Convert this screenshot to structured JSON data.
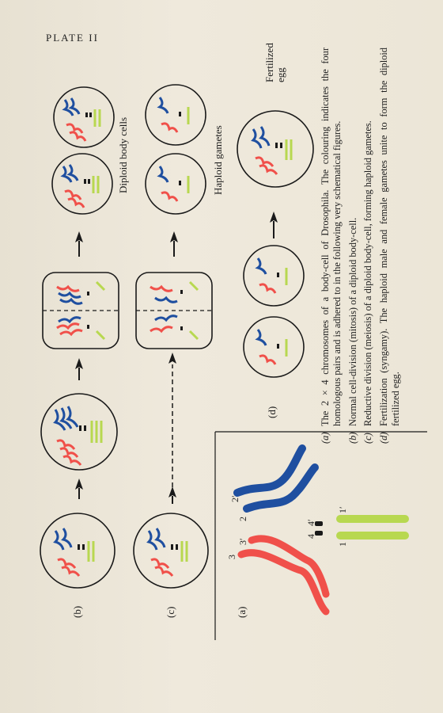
{
  "plate_title": "PLATE II",
  "labels": {
    "diploid_body_cells": "Diploid body cells",
    "haploid_gametes": "Haploid gametes",
    "fertilized_egg": "Fertilized egg",
    "panel_a": "(a)",
    "panel_b": "(b)",
    "panel_c": "(c)",
    "panel_d": "(d)"
  },
  "chromosome_numbers": {
    "n1": "1",
    "n1p": "1′",
    "n2": "2",
    "n2p": "2′",
    "n3": "3",
    "n3p": "3′",
    "n4": "4",
    "n4p": "4′"
  },
  "caption": [
    {
      "key": "(a)",
      "text": "The 2 × 4 chromosomes of a body-cell of Drosophila. The colouring indicates the four homologous pairs and is adhered to in the following very schematical figures."
    },
    {
      "key": "(b)",
      "text": "Normal cell-division (mitosis) of a diploid body-cell."
    },
    {
      "key": "(c)",
      "text": "Reductive division (meiosis) of a diploid body-cell, forming haploid gametes."
    },
    {
      "key": "(d)",
      "text": "Fertilization (syngamy). The haploid male and female gametes unite to form the diploid fertilized egg."
    }
  ],
  "colors": {
    "blue": "#1f4fa0",
    "red": "#f0504a",
    "green": "#b8d850",
    "black": "#1a1a1a",
    "ink": "#1d1d1d"
  }
}
